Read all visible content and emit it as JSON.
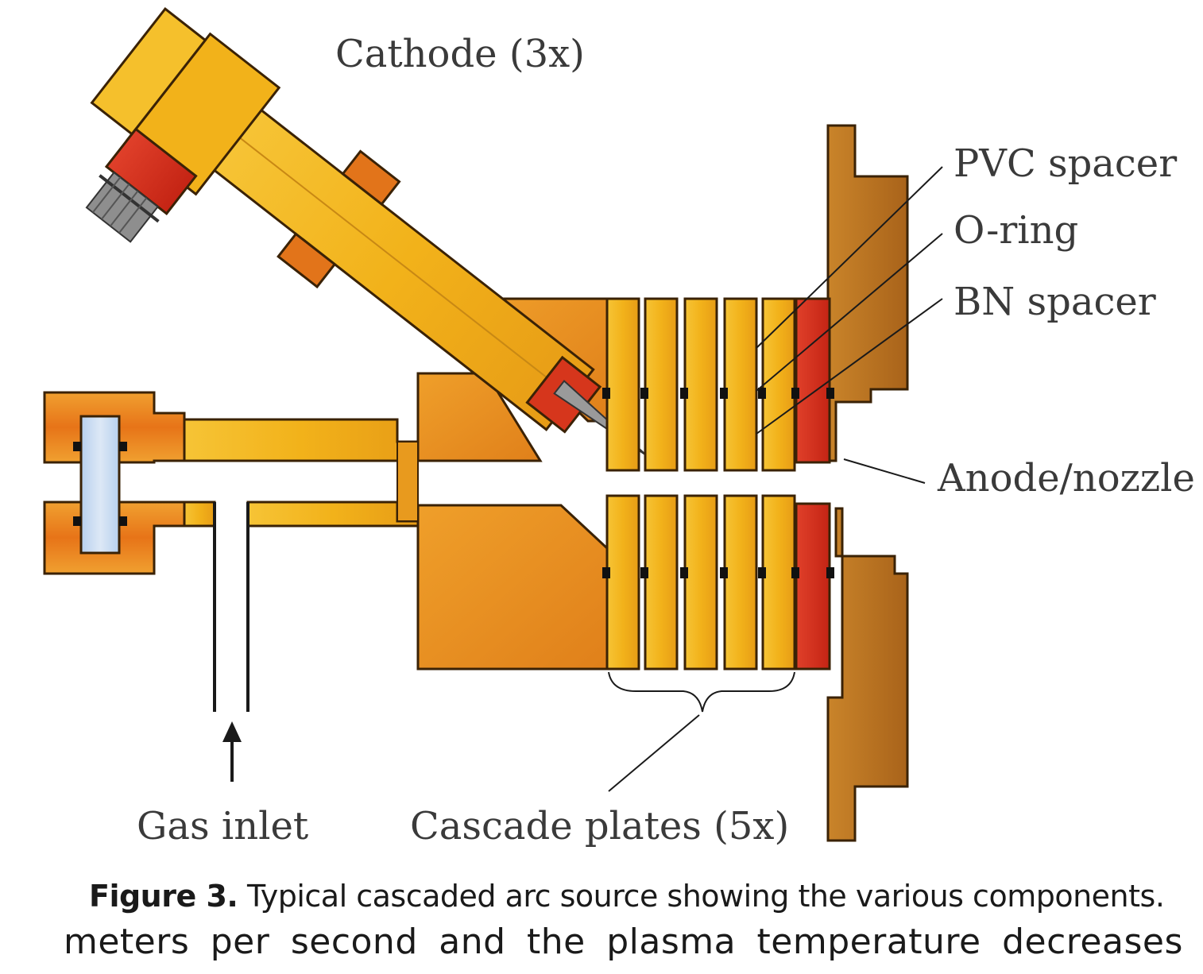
{
  "labels": {
    "cathode": "Cathode (3x)",
    "pvc_spacer": "PVC spacer",
    "o_ring": "O-ring",
    "bn_spacer": "BN spacer",
    "anode_nozzle": "Anode/nozzle",
    "gas_inlet": "Gas inlet",
    "cascade_plates": "Cascade plates (5x)"
  },
  "caption": {
    "number": "Figure 3.",
    "text": "Typical cascaded arc source showing the various components."
  },
  "body_text": "meters per second and the plasma temperature decreases",
  "colors": {
    "yellow_part": "#f2b51c",
    "orange_part": "#e8911c",
    "dark_orange": "#e06a10",
    "red_part": "#d6361c",
    "brown_flange": "#b8701e",
    "window": "#c8dcf0"
  }
}
